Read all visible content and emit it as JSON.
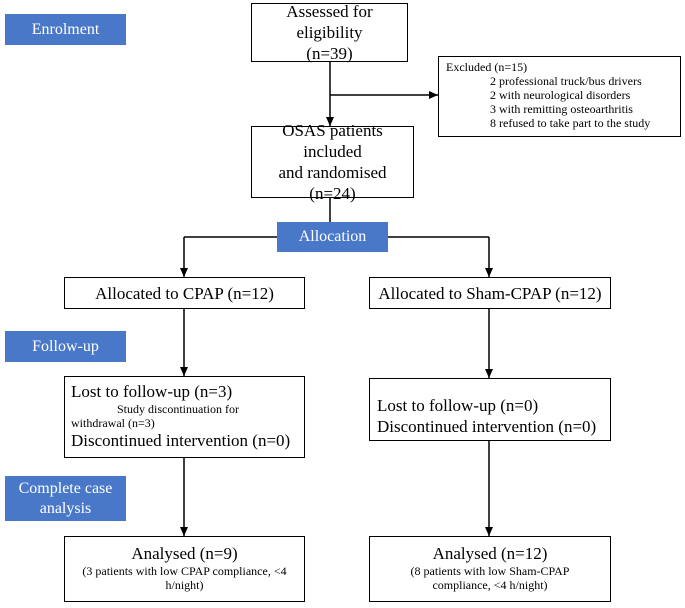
{
  "stages": {
    "enrolment": "Enrolment",
    "allocation": "Allocation",
    "followup": "Follow-up",
    "complete_line1": "Complete case",
    "complete_line2": "analysis"
  },
  "assessed": {
    "line1": "Assessed for eligibility",
    "line2": "(n=39)"
  },
  "excluded": {
    "title": "Excluded (n=15)",
    "items": [
      "2 professional truck/bus drivers",
      "2 with neurological disorders",
      "3 with remitting osteoarthritis",
      "8 refused to take part to the study"
    ]
  },
  "randomised": {
    "line1": "OSAS patients included",
    "line2": "and randomised",
    "line3": "(n=24)"
  },
  "allocated_cpap": "Allocated to CPAP (n=12)",
  "allocated_sham": "Allocated to Sham-CPAP (n=12)",
  "followup_cpap": {
    "lost": "Lost to follow-up (n=3)",
    "reason_line1": "Study discontinuation for",
    "reason_line2": "withdrawal (n=3)",
    "discontinued": "Discontinued intervention (n=0)"
  },
  "followup_sham": {
    "lost": "Lost to follow-up (n=0)",
    "discontinued": "Discontinued intervention (n=0)"
  },
  "analysed_cpap": {
    "title": "Analysed (n=9)",
    "note_line1": "(3 patients with low CPAP compliance, <4",
    "note_line2": "h/night)"
  },
  "analysed_sham": {
    "title": "Analysed (n=12)",
    "note_line1": "(8 patients with low Sham-CPAP",
    "note_line2": "compliance, <4 h/night)"
  }
}
